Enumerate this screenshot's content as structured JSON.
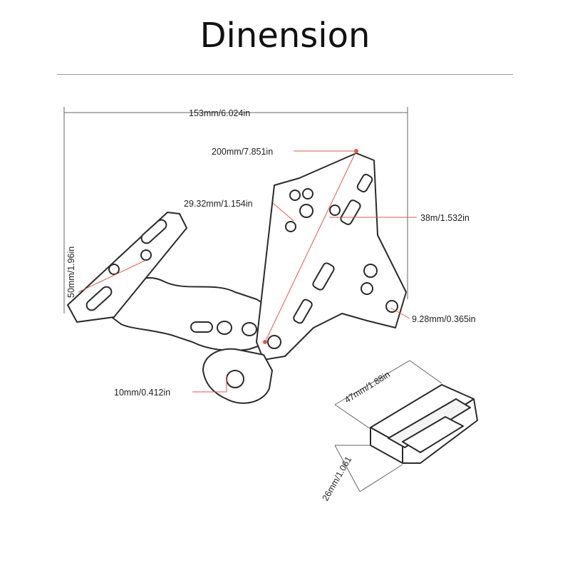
{
  "title": "Dinension",
  "dimensions": {
    "overall_width": "153mm/6.024in",
    "arm_length": "200mm/7.851in",
    "hole_spacing": "29.32mm/1.154in",
    "arm_width": "38m/1.532in",
    "small_hole": "9.28mm/0.365in",
    "plate_height": "50mm/1.96in",
    "mount_hole": "10mm/0.412in",
    "block_length": "47mm/1.88in",
    "block_height": "26mm/1.061"
  },
  "colors": {
    "dimension_line": "#e05a4e",
    "outline": "#2a2a2a",
    "rule": "#9a9a9a"
  }
}
